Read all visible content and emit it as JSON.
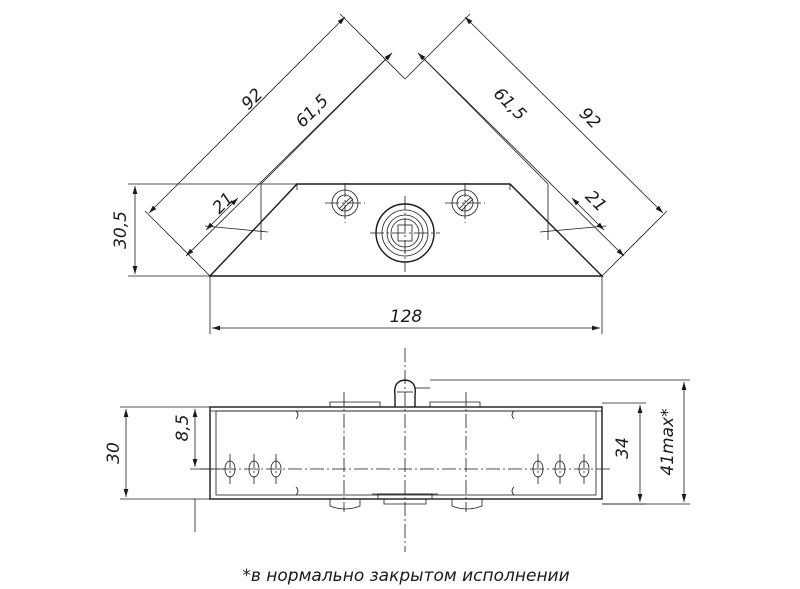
{
  "dimensions": {
    "top_left_outer": "92",
    "top_left_inner": "61,5",
    "top_right_inner": "61,5",
    "top_right_outer": "92",
    "left_small": "21",
    "right_small": "21",
    "height_top": "30,5",
    "width_bottom": "128",
    "front_height": "30",
    "front_offset": "8,5",
    "front_total": "34",
    "front_max": "41max*"
  },
  "footnote": "*в нормально закрытом исполнении"
}
